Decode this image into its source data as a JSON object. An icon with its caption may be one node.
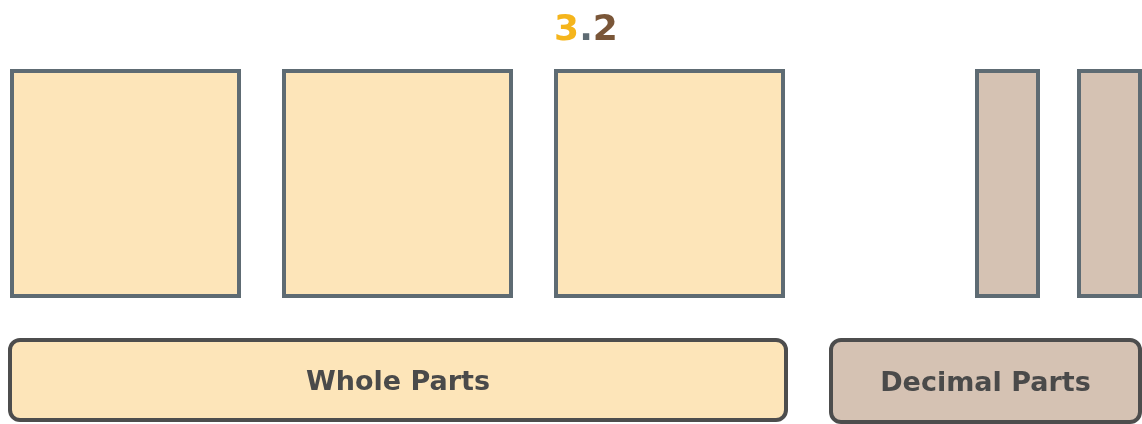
{
  "diagram": {
    "title": "3.2",
    "nodes": [
      {
        "text": [],
        "shape": "box"
      },
      {
        "text": [],
        "shape": "box"
      },
      {
        "text": [],
        "shape": "box"
      },
      {
        "text": [],
        "shape": "bar"
      },
      {
        "text": [],
        "shape": "bar"
      },
      {
        "text": [
          "Whole Parts"
        ]
      },
      {
        "text": [
          "Decimal Parts"
        ]
      }
    ]
  }
}
